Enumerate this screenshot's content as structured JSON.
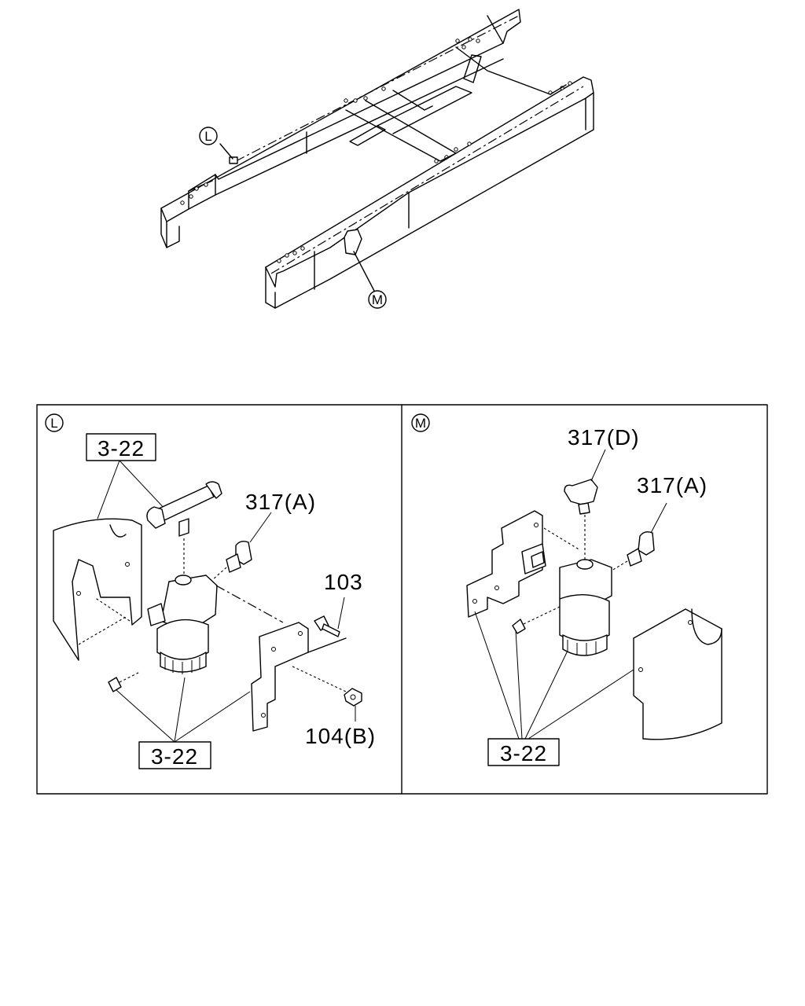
{
  "overview": {
    "callout_L": "L",
    "callout_M": "M"
  },
  "panel_L": {
    "callout": "L",
    "ref_top": "3-22",
    "ref_bottom": "3-22",
    "part_317A": "317(A)",
    "part_103": "103",
    "part_104B": "104(B)"
  },
  "panel_M": {
    "callout": "M",
    "ref_bottom": "3-22",
    "part_317D": "317(D)",
    "part_317A": "317(A)"
  }
}
